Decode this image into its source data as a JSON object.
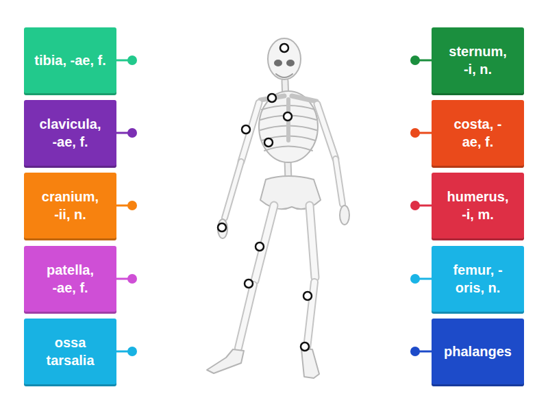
{
  "diagram": {
    "nodes": [
      {
        "text": [
          "tibia, -ae, f."
        ]
      },
      {
        "text": [
          "sternum, -i, n."
        ]
      },
      {
        "text": [
          "clavicula, -ae, f."
        ]
      },
      {
        "text": [
          "costa, -ae, f."
        ]
      },
      {
        "text": [
          "cranium, -ii, n."
        ]
      },
      {
        "text": [
          "humerus, -i, m."
        ]
      },
      {
        "text": [
          "patella, -ae, f."
        ]
      },
      {
        "text": [
          "femur, -oris, n."
        ]
      },
      {
        "text": [
          "ossa tarsalia"
        ]
      },
      {
        "text": [
          "phalanges"
        ]
      }
    ]
  }
}
